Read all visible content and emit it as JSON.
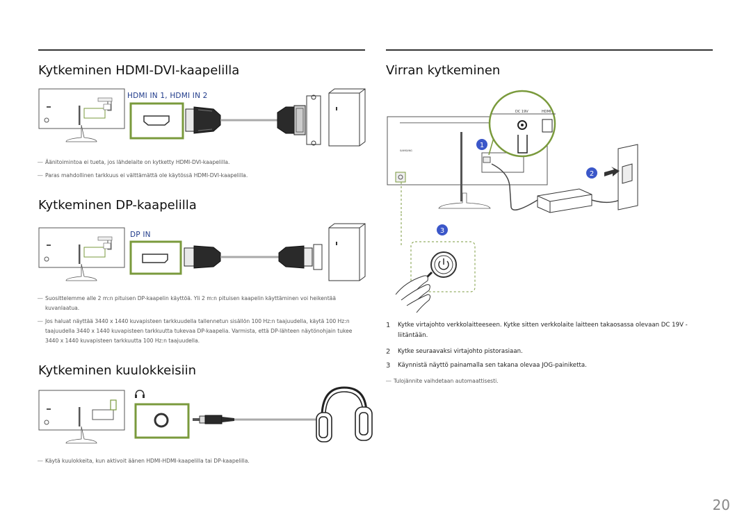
{
  "left": {
    "hdmi_dvi": {
      "title": "Kytkeminen HDMI-DVI-kaapelilla",
      "port_label": "HDMI IN 1, HDMI IN 2",
      "notes": [
        "Äänitoimintoa ei tueta, jos lähdelaite on kytketty HDMI-DVI-kaapelilla.",
        "Paras mahdollinen tarkkuus ei välttämättä ole käytössä HDMI-DVI-kaapelilla."
      ]
    },
    "dp": {
      "title": "Kytkeminen DP-kaapelilla",
      "port_label": "DP IN",
      "notes": [
        "Suosittelemme alle 2 m:n pituisen DP-kaapelin käyttöä. Yli 2 m:n pituisen kaapelin käyttäminen voi heikentää kuvanlaatua.",
        "Jos haluat näyttää 3440 x 1440 kuvapisteen tarkkuudella tallennetun sisällön 100 Hz:n taajuudella, käytä 100 Hz:n taajuudella 3440 x 1440 kuvapisteen tarkkuutta tukevaa DP-kaapelia. Varmista, että DP-lähteen näytönohjain tukee 3440 x 1440 kuvapisteen tarkkuutta 100 Hz:n taajuudella."
      ]
    },
    "headphones": {
      "title": "Kytkeminen kuulokkeisiin",
      "notes": [
        "Käytä kuulokkeita, kun aktivoit äänen HDMI-HDMI-kaapelilla tai DP-kaapelilla."
      ]
    }
  },
  "right": {
    "power": {
      "title": "Virran kytkeminen",
      "diagram_labels": {
        "dc": "DC 19V",
        "hdmi": "HDMI"
      },
      "badges": [
        "1",
        "2",
        "3"
      ],
      "steps": [
        {
          "num": "1",
          "text": "Kytke virtajohto verkkolaitteeseen. Kytke sitten verkkolaite laitteen takaosassa olevaan DC 19V -liitäntään."
        },
        {
          "num": "2",
          "text": "Kytke seuraavaksi virtajohto pistorasiaan."
        },
        {
          "num": "3",
          "text": "Käynnistä näyttö painamalla sen takana olevaa JOG-painiketta."
        }
      ],
      "note": "Tulojännite vaihdetaan automaattisesti."
    }
  },
  "note_mark": "―",
  "page_number": "20",
  "colors": {
    "accent_green": "#7a9a3c",
    "badge_blue": "#3b57c9",
    "port_label_blue": "#1f3a8a"
  }
}
